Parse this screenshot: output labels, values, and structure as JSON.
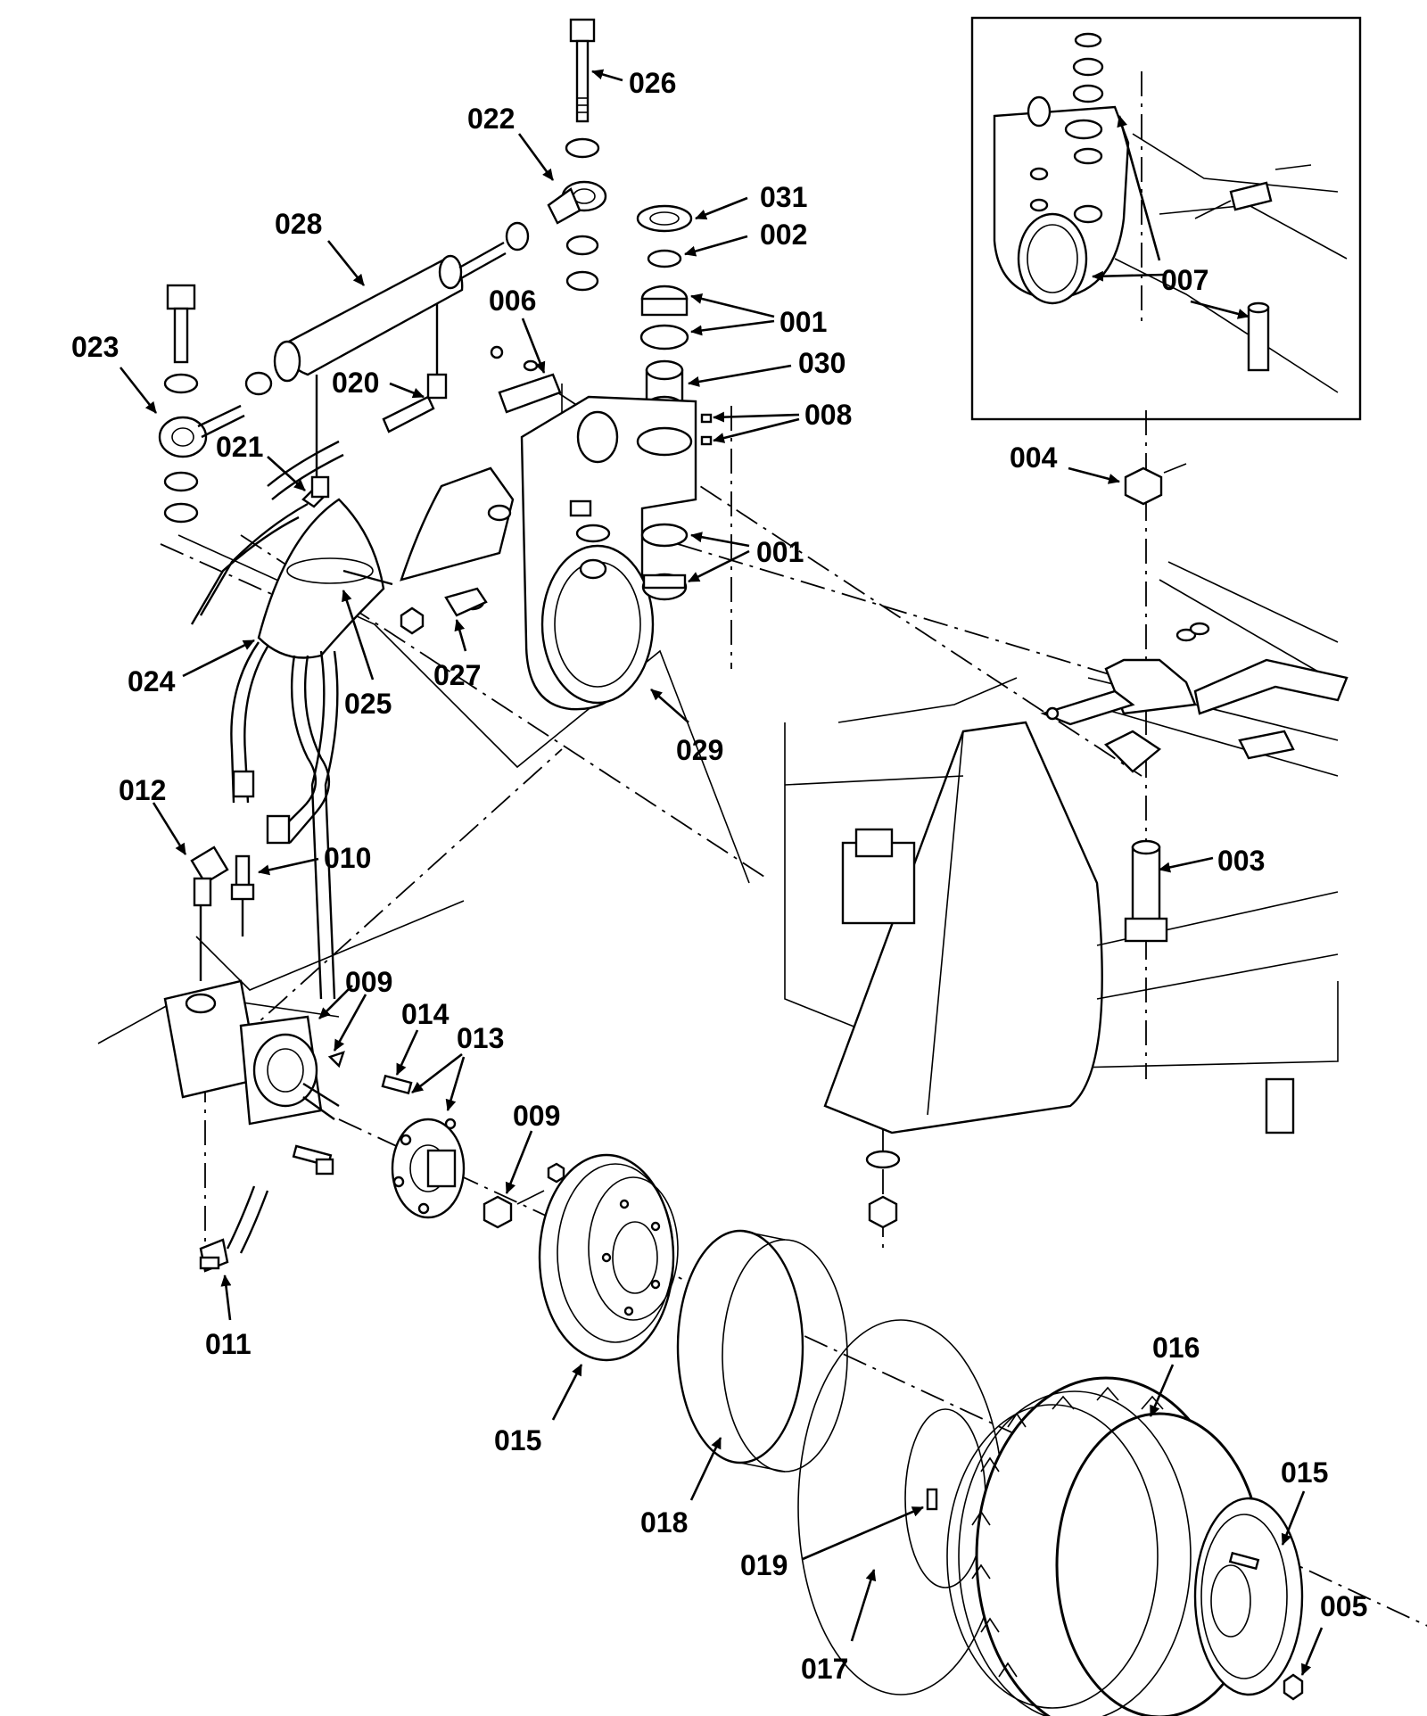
{
  "diagram": {
    "callouts": [
      {
        "id": "026",
        "text": "026"
      },
      {
        "id": "022",
        "text": "022"
      },
      {
        "id": "031",
        "text": "031"
      },
      {
        "id": "002",
        "text": "002"
      },
      {
        "id": "028",
        "text": "028"
      },
      {
        "id": "001a",
        "text": "001"
      },
      {
        "id": "006",
        "text": "006"
      },
      {
        "id": "030",
        "text": "030"
      },
      {
        "id": "023",
        "text": "023"
      },
      {
        "id": "020",
        "text": "020"
      },
      {
        "id": "008",
        "text": "008"
      },
      {
        "id": "021",
        "text": "021"
      },
      {
        "id": "001b",
        "text": "001"
      },
      {
        "id": "024",
        "text": "024"
      },
      {
        "id": "027",
        "text": "027"
      },
      {
        "id": "025",
        "text": "025"
      },
      {
        "id": "029",
        "text": "029"
      },
      {
        "id": "012",
        "text": "012"
      },
      {
        "id": "010",
        "text": "010"
      },
      {
        "id": "009a",
        "text": "009"
      },
      {
        "id": "014",
        "text": "014"
      },
      {
        "id": "013",
        "text": "013"
      },
      {
        "id": "009b",
        "text": "009"
      },
      {
        "id": "011",
        "text": "011"
      },
      {
        "id": "015a",
        "text": "015"
      },
      {
        "id": "016",
        "text": "016"
      },
      {
        "id": "018",
        "text": "018"
      },
      {
        "id": "015b",
        "text": "015"
      },
      {
        "id": "019",
        "text": "019"
      },
      {
        "id": "005",
        "text": "005"
      },
      {
        "id": "017",
        "text": "017"
      },
      {
        "id": "007",
        "text": "007"
      },
      {
        "id": "004",
        "text": "004"
      },
      {
        "id": "003",
        "text": "003"
      }
    ]
  }
}
